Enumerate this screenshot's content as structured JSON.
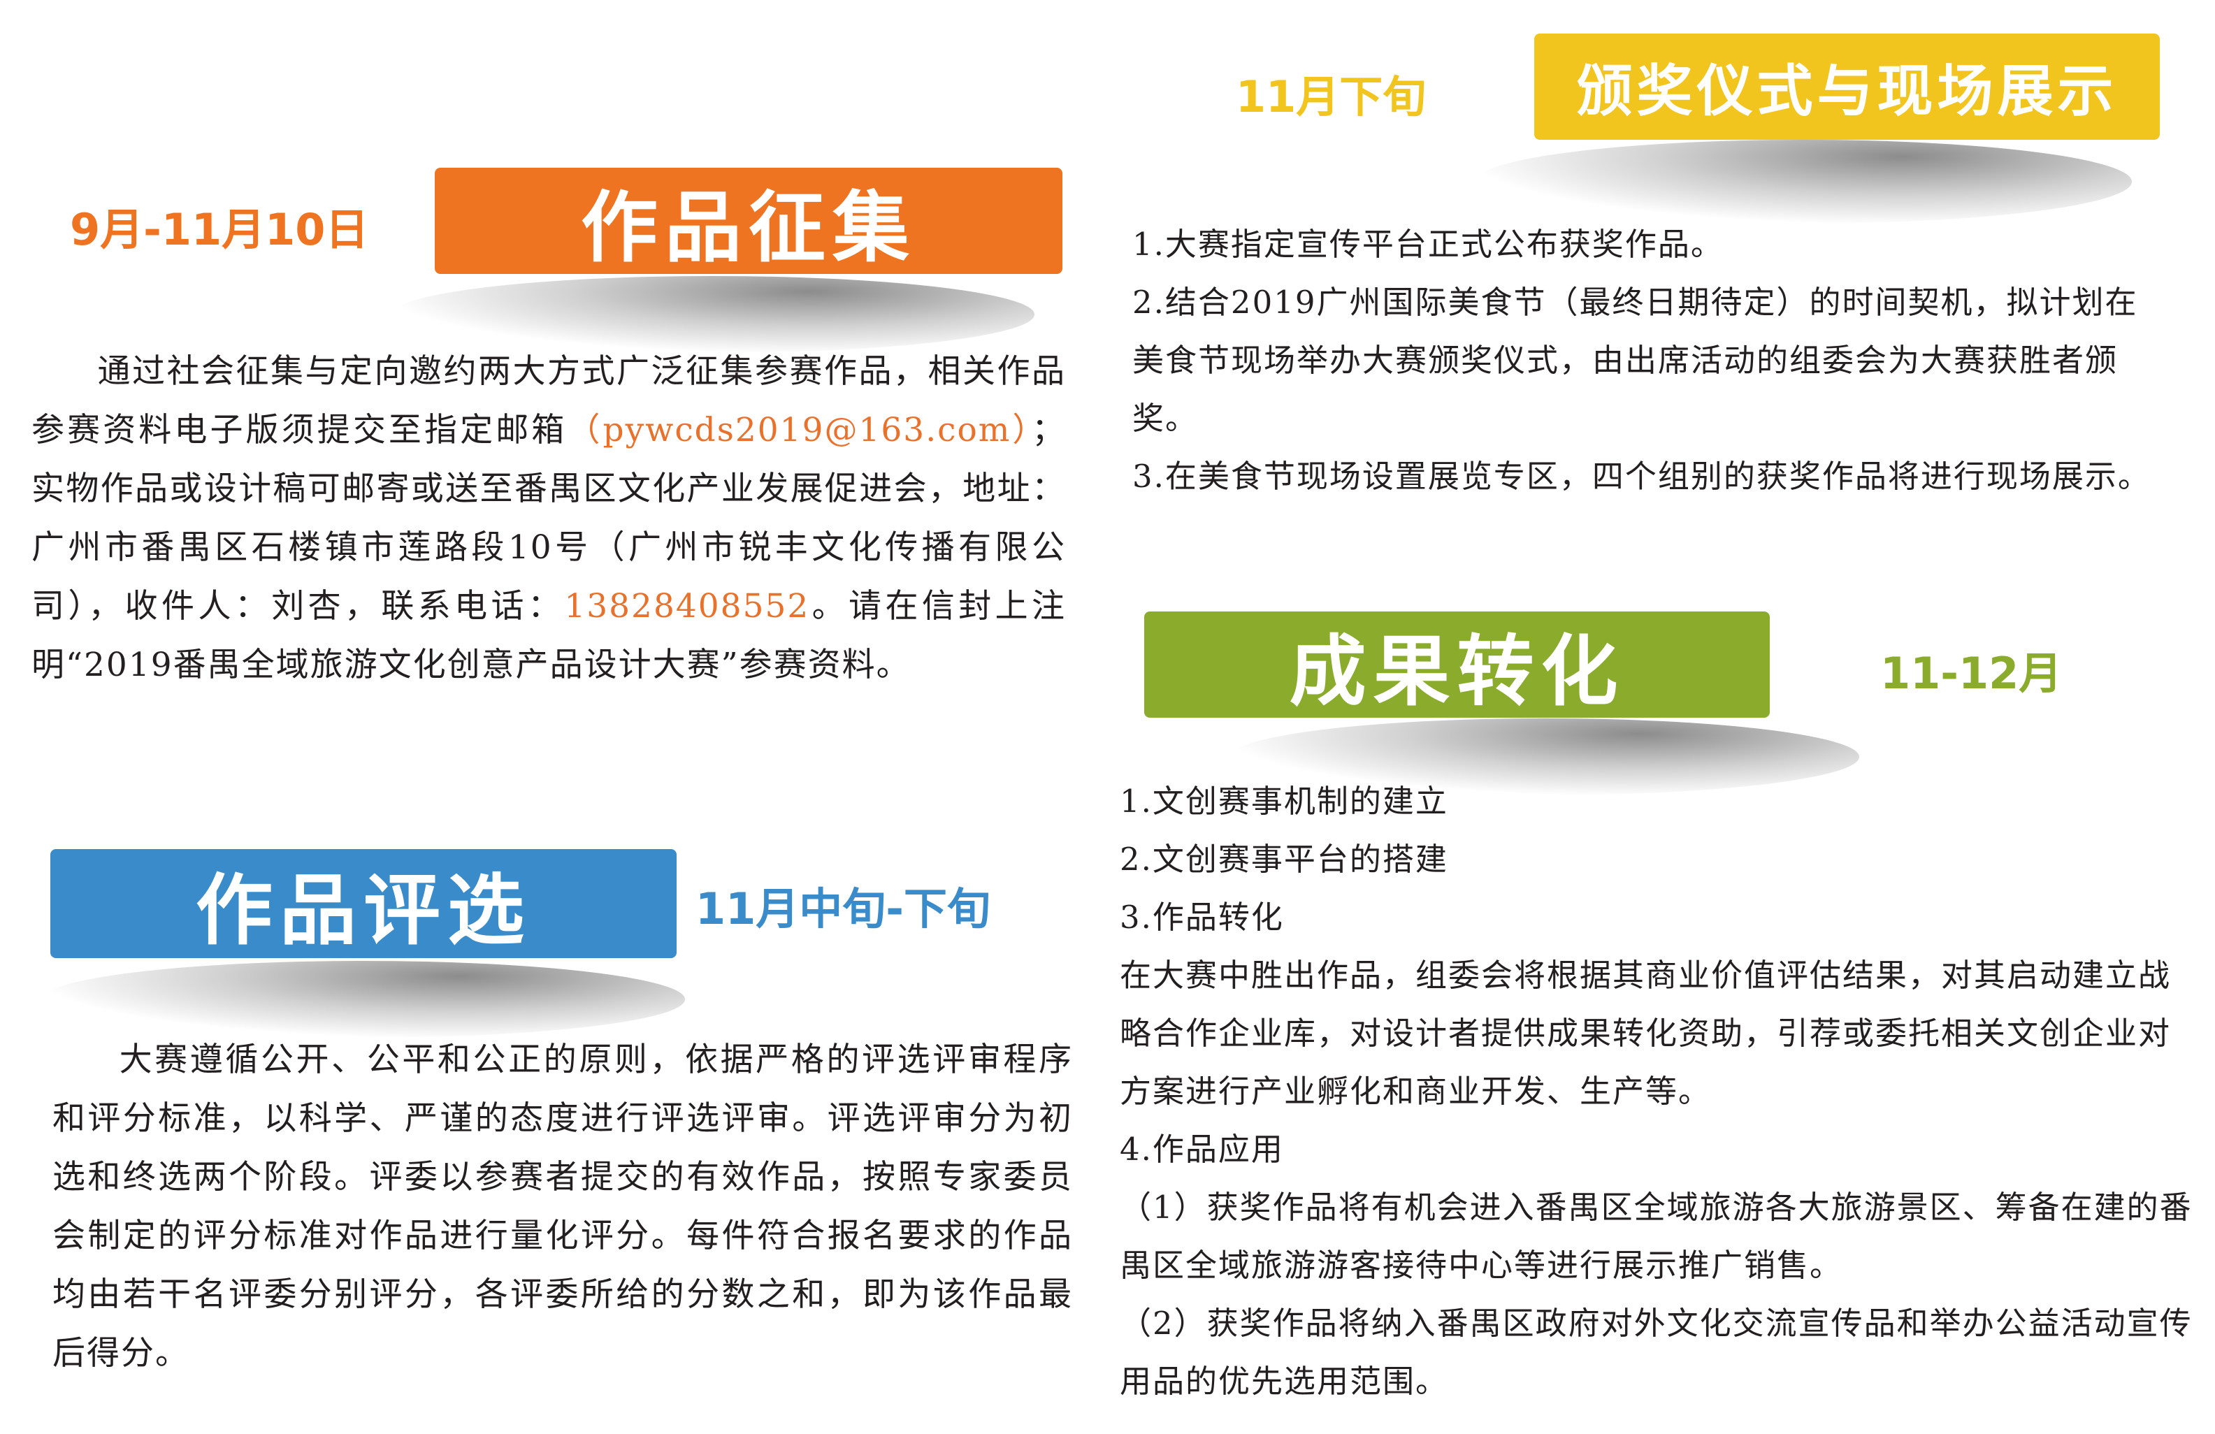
{
  "colors": {
    "orange": "#ee7421",
    "blue": "#3a8bc9",
    "yellow": "#f2c41e",
    "green": "#8aab2b",
    "highlight": "#e8712c"
  },
  "collect": {
    "date": "9月-11月10日",
    "title": "作品征集",
    "p1": "通过社会征集与定向邀约两大方式广泛征集参赛作品，相关作品参赛资料电子版须提交至指定邮箱",
    "email": "（pywcds2019@163.com）",
    "p2": "；实物作品或设计稿可邮寄或送至番禺区文化产业发展促进会，地址：广州市番禺区石楼镇市莲路段10号（广州市锐丰文化传播有限公司），收件人：刘杏，联系电话：",
    "phone": "13828408552",
    "p3": "。请在信封上注明“2019番禺全域旅游文化创意产品设计大赛”参赛资料。"
  },
  "review": {
    "title": "作品评选",
    "date": "11月中旬-下旬",
    "text": "大赛遵循公开、公平和公正的原则，依据严格的评选评审程序和评分标准，以科学、严谨的态度进行评选评审。评选评审分为初选和终选两个阶段。评委以参赛者提交的有效作品，按照专家委员会制定的评分标准对作品进行量化评分。每件符合报名要求的作品均由若干名评委分别评分，各评委所给的分数之和，即为该作品最后得分。"
  },
  "award": {
    "date": "11月下旬",
    "title": "颁奖仪式与现场展示",
    "items": [
      "1.大赛指定宣传平台正式公布获奖作品。",
      "2.结合2019广州国际美食节（最终日期待定）的时间契机，拟计划在美食节现场举办大赛颁奖仪式，由出席活动的组委会为大赛获胜者颁奖。",
      "3.在美食节现场设置展览专区，四个组别的获奖作品将进行现场展示。"
    ]
  },
  "result": {
    "title": "成果转化",
    "date": "11-12月",
    "items": [
      "1.文创赛事机制的建立",
      "2.文创赛事平台的搭建",
      "3.作品转化",
      "在大赛中胜出作品，组委会将根据其商业价值评估结果，对其启动建立战略合作企业库，对设计者提供成果转化资助，引荐或委托相关文创企业对方案进行产业孵化和商业开发、生产等。",
      "4.作品应用",
      "（1）获奖作品将有机会进入番禺区全域旅游各大旅游景区、筹备在建的番禺区全域旅游游客接待中心等进行展示推广销售。",
      "（2）获奖作品将纳入番禺区政府对外文化交流宣传品和举办公益活动宣传用品的优先选用范围。"
    ]
  }
}
